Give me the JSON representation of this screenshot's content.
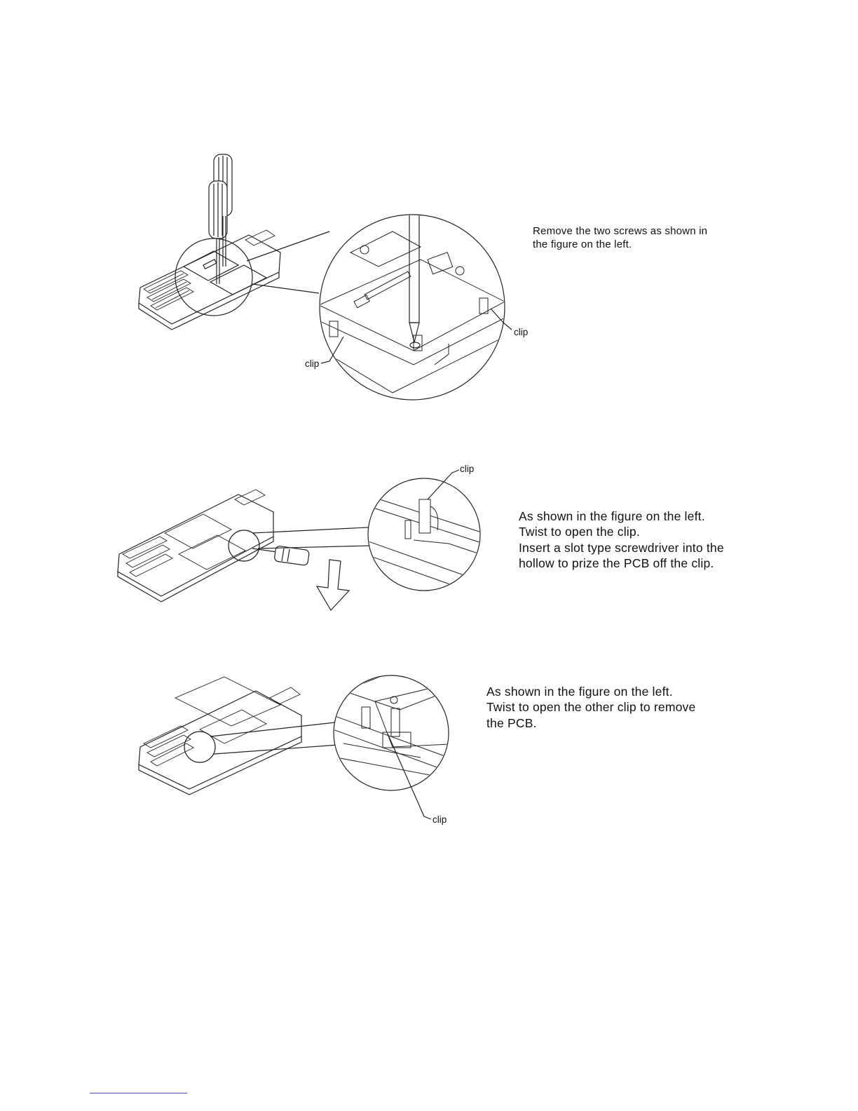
{
  "steps": [
    {
      "caption": "Remove the two screws as shown in\nthe figure on the left."
    },
    {
      "caption": "As shown in the figure on the left.\nTwist to open the clip.\nInsert a slot type screwdriver into the\nhollow to prize the PCB off the clip."
    },
    {
      "caption": "As shown in the figure on the left.\nTwist to open the other clip to remove\nthe PCB."
    }
  ],
  "labels": {
    "clip": "clip"
  },
  "colors": {
    "line": "#222222",
    "footer_rule": "#3a55b0"
  }
}
